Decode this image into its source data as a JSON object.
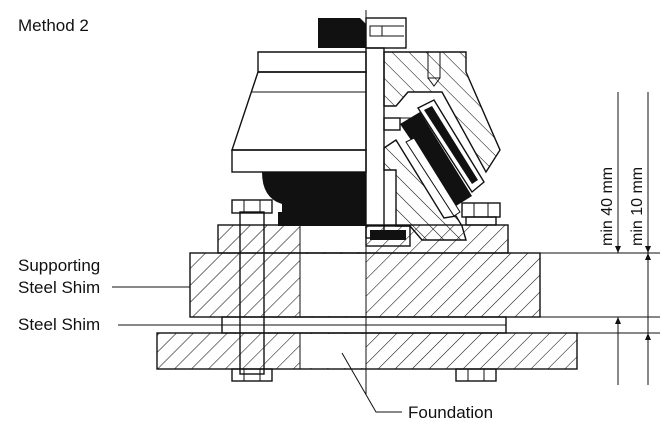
{
  "diagram": {
    "title": "Method 2",
    "labels": {
      "supporting_shim_line1": "Supporting",
      "supporting_shim_line2": "Steel Shim",
      "steel_shim": "Steel Shim",
      "foundation": "Foundation"
    },
    "dimensions": {
      "outer": "min 40 mm",
      "inner": "min 10 mm"
    },
    "colors": {
      "ink": "#111111",
      "rubber": "#111111",
      "background": "#ffffff"
    }
  }
}
